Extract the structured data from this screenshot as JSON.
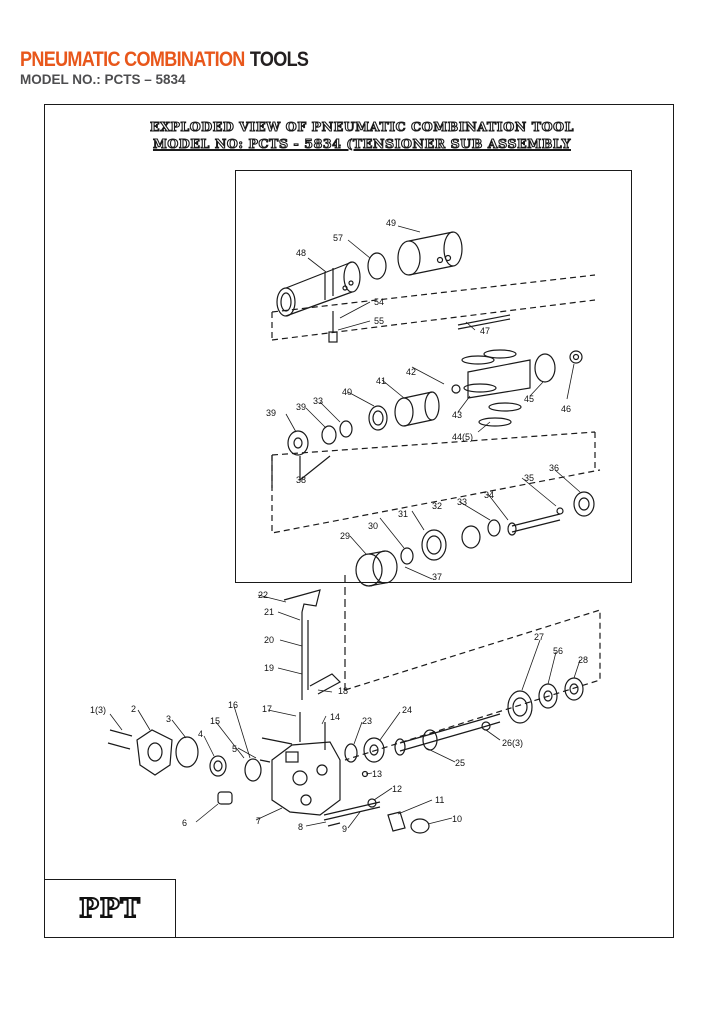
{
  "header": {
    "brand_primary": "PNEUMATIC COMBINATION",
    "brand_secondary": "TOOLS",
    "model": "MODEL NO.: PCTS – 5834"
  },
  "diagram": {
    "title_line1": "EXPLODED VIEW OF PNEUMATIC COMBINATION TOOL",
    "title_line2": "MODEL NO: PCTS - 5834 (TENSIONER SUB ASSEMBLY",
    "logo": "PPT",
    "labels": [
      "49",
      "57",
      "48",
      "54",
      "55",
      "47",
      "42",
      "41",
      "40",
      "33",
      "39",
      "39",
      "43",
      "45",
      "46",
      "44(5)",
      "38",
      "36",
      "35",
      "34",
      "33",
      "32",
      "31",
      "30",
      "29",
      "37",
      "22",
      "21",
      "20",
      "19",
      "18",
      "27",
      "56",
      "28",
      "1(3)",
      "2",
      "3",
      "4",
      "16",
      "15",
      "17",
      "14",
      "23",
      "24",
      "26(3)",
      "5",
      "25",
      "13",
      "12",
      "11",
      "10",
      "6",
      "7",
      "8",
      "9"
    ]
  },
  "colors": {
    "brand_orange": "#e8571b",
    "brand_dark": "#231f20",
    "model_gray": "#4d4d4f",
    "line": "#1a1a1a"
  }
}
